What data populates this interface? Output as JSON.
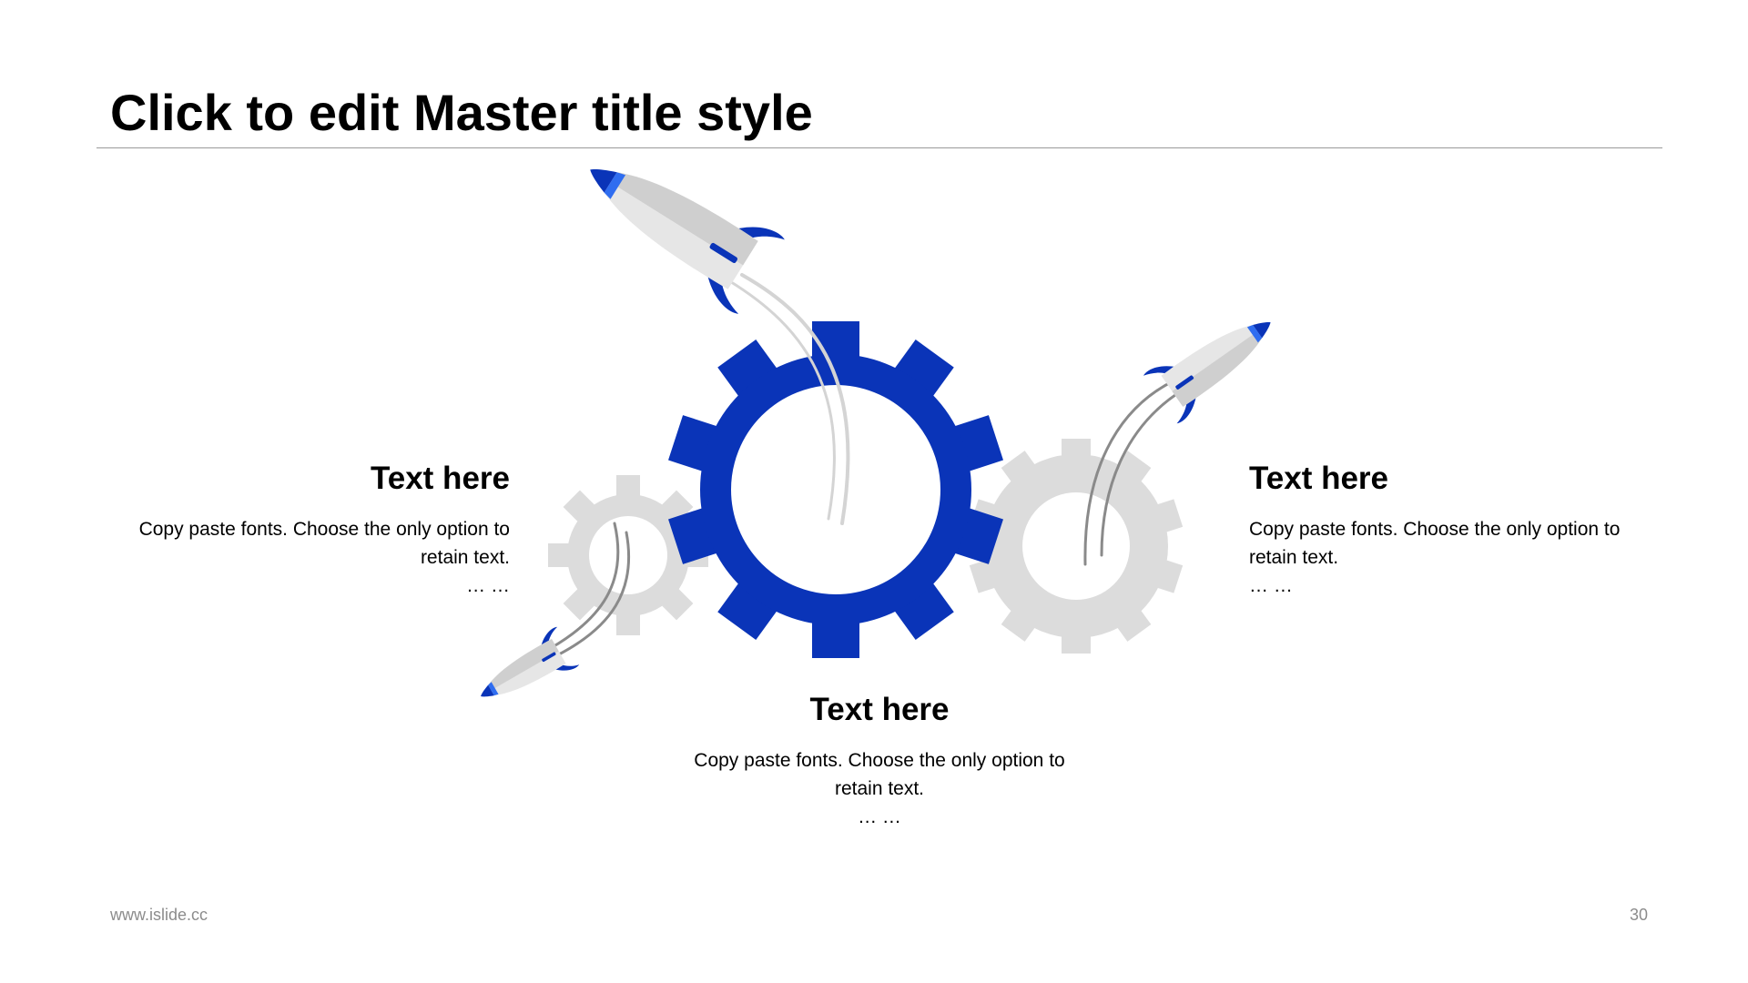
{
  "slide": {
    "title": "Click to edit Master title style"
  },
  "blocks": {
    "left": {
      "heading": "Text here",
      "body": "Copy paste fonts. Choose the only option to retain text.",
      "dots": "… …"
    },
    "right": {
      "heading": "Text here",
      "body": "Copy paste fonts. Choose the only option to retain text.",
      "dots": "… …"
    },
    "center": {
      "heading": "Text here",
      "body": "Copy paste fonts. Choose the only option to retain text.",
      "dots": "… …"
    }
  },
  "footer": {
    "website": "www.islide.cc",
    "page_number": "30"
  },
  "colors": {
    "accent_blue": "#0a34b8",
    "gear_gray": "#dcdcdc",
    "rocket_body": "#e6e6e6",
    "trail_gray": "#8a8a8a"
  },
  "icons": [
    "gear-icon",
    "rocket-icon"
  ]
}
